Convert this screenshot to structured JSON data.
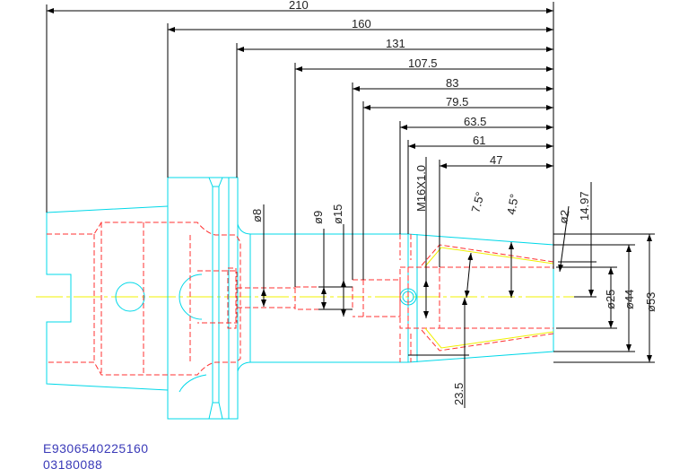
{
  "dimensions": {
    "lengths": [
      "210",
      "160",
      "131",
      "107.5",
      "83",
      "79.5",
      "63.5",
      "61",
      "47"
    ],
    "diameters_left": [
      "ø8",
      "ø9",
      "ø15"
    ],
    "diameters_right": [
      "ø25",
      "ø44",
      "ø53"
    ],
    "small_dia": "ø2",
    "offset": "14.97",
    "thread": "M16X1.0",
    "angle_outer": "7.5°",
    "angle_inner": "4.5°",
    "depth": "23.5"
  },
  "part_codes": {
    "line1": "E9306540225160",
    "line2": "03180088"
  },
  "colors": {
    "outline": "#00d8e8",
    "hidden": "#ff3030",
    "center": "#f0f000",
    "dimension": "#000000",
    "code_text": "#3a3ab8"
  }
}
